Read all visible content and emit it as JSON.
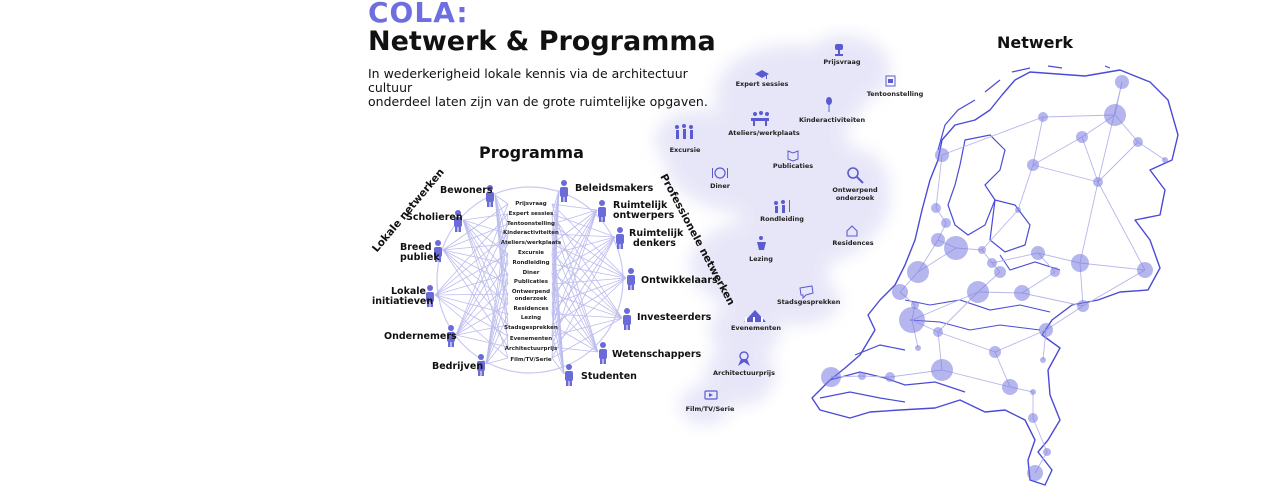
{
  "header": {
    "brand": "COLA:",
    "title": "Netwerk & Programma",
    "subtitle_line1": "In wederkerigheid lokale kennis via de architectuur cultuur",
    "subtitle_line2": "onderdeel laten zijn van de grote ruimtelijke opgaven."
  },
  "programma": {
    "title": "Programma",
    "left_arc_label": "Lokale netwerken",
    "right_arc_label": "Professionele netwerken",
    "left_nodes": [
      {
        "line1": "Bewoners",
        "line2": ""
      },
      {
        "line1": "Scholieren",
        "line2": ""
      },
      {
        "line1": "Breed",
        "line2": "publiek"
      },
      {
        "line1": "Lokale",
        "line2": "initiatieven"
      },
      {
        "line1": "Ondernemers",
        "line2": ""
      },
      {
        "line1": "Bedrijven",
        "line2": ""
      }
    ],
    "right_nodes": [
      {
        "line1": "Beleidsmakers",
        "line2": ""
      },
      {
        "line1": "Ruimtelijk",
        "line2": "ontwerpers"
      },
      {
        "line1": "Ruimtelijk",
        "line2": "denkers"
      },
      {
        "line1": "Ontwikkelaars",
        "line2": ""
      },
      {
        "line1": "Investeerders",
        "line2": ""
      },
      {
        "line1": "Wetenschappers",
        "line2": ""
      },
      {
        "line1": "Studenten",
        "line2": ""
      }
    ],
    "center_items": [
      "Prijsvraag",
      "Expert sessies",
      "Tentoonstelling",
      "Kinderactiviteiten",
      "Ateliers/werkplaats",
      "Excursie",
      "Rondleiding",
      "Diner",
      "Publicaties",
      "Ontwerpend",
      "onderzoek",
      "Residences",
      "Lezing",
      "Stadsgesprekken",
      "Evenementen",
      "Architectuurprijs",
      "Film/TV/Serie"
    ]
  },
  "activities": {
    "items": [
      {
        "line1": "Prijsvraag",
        "line2": "",
        "icon": "trophy-icon"
      },
      {
        "line1": "Expert sessies",
        "line2": "",
        "icon": "graduation-cap-icon"
      },
      {
        "line1": "Tentoonstelling",
        "line2": "",
        "icon": "exhibition-icon"
      },
      {
        "line1": "Kinderactiviteiten",
        "line2": "",
        "icon": "balloon-icon"
      },
      {
        "line1": "Ateliers/werkplaats",
        "line2": "",
        "icon": "workshop-icon"
      },
      {
        "line1": "Excursie",
        "line2": "",
        "icon": "group-walk-icon"
      },
      {
        "line1": "Publicaties",
        "line2": "",
        "icon": "book-icon"
      },
      {
        "line1": "Diner",
        "line2": "",
        "icon": "plate-icon"
      },
      {
        "line1": "Ontwerpend",
        "line2": "onderzoek",
        "icon": "magnifier-icon"
      },
      {
        "line1": "Rondleiding",
        "line2": "",
        "icon": "tour-icon"
      },
      {
        "line1": "Residences",
        "line2": "",
        "icon": "house-icon"
      },
      {
        "line1": "Lezing",
        "line2": "",
        "icon": "lectern-icon"
      },
      {
        "line1": "Stadsgesprekken",
        "line2": "",
        "icon": "speech-bubble-icon"
      },
      {
        "line1": "Evenementen",
        "line2": "",
        "icon": "tent-icon"
      },
      {
        "line1": "Architectuurprijs",
        "line2": "",
        "icon": "medal-icon"
      },
      {
        "line1": "Film/TV/Serie",
        "line2": "",
        "icon": "screen-icon"
      }
    ]
  },
  "netwerk": {
    "title": "Netwerk"
  },
  "colors": {
    "accent": "#6e6ee0",
    "node": "#6a6ad8",
    "line": "#b9b9ec",
    "map_line": "#4a4ad8",
    "cloud": "#e3e3f7"
  }
}
